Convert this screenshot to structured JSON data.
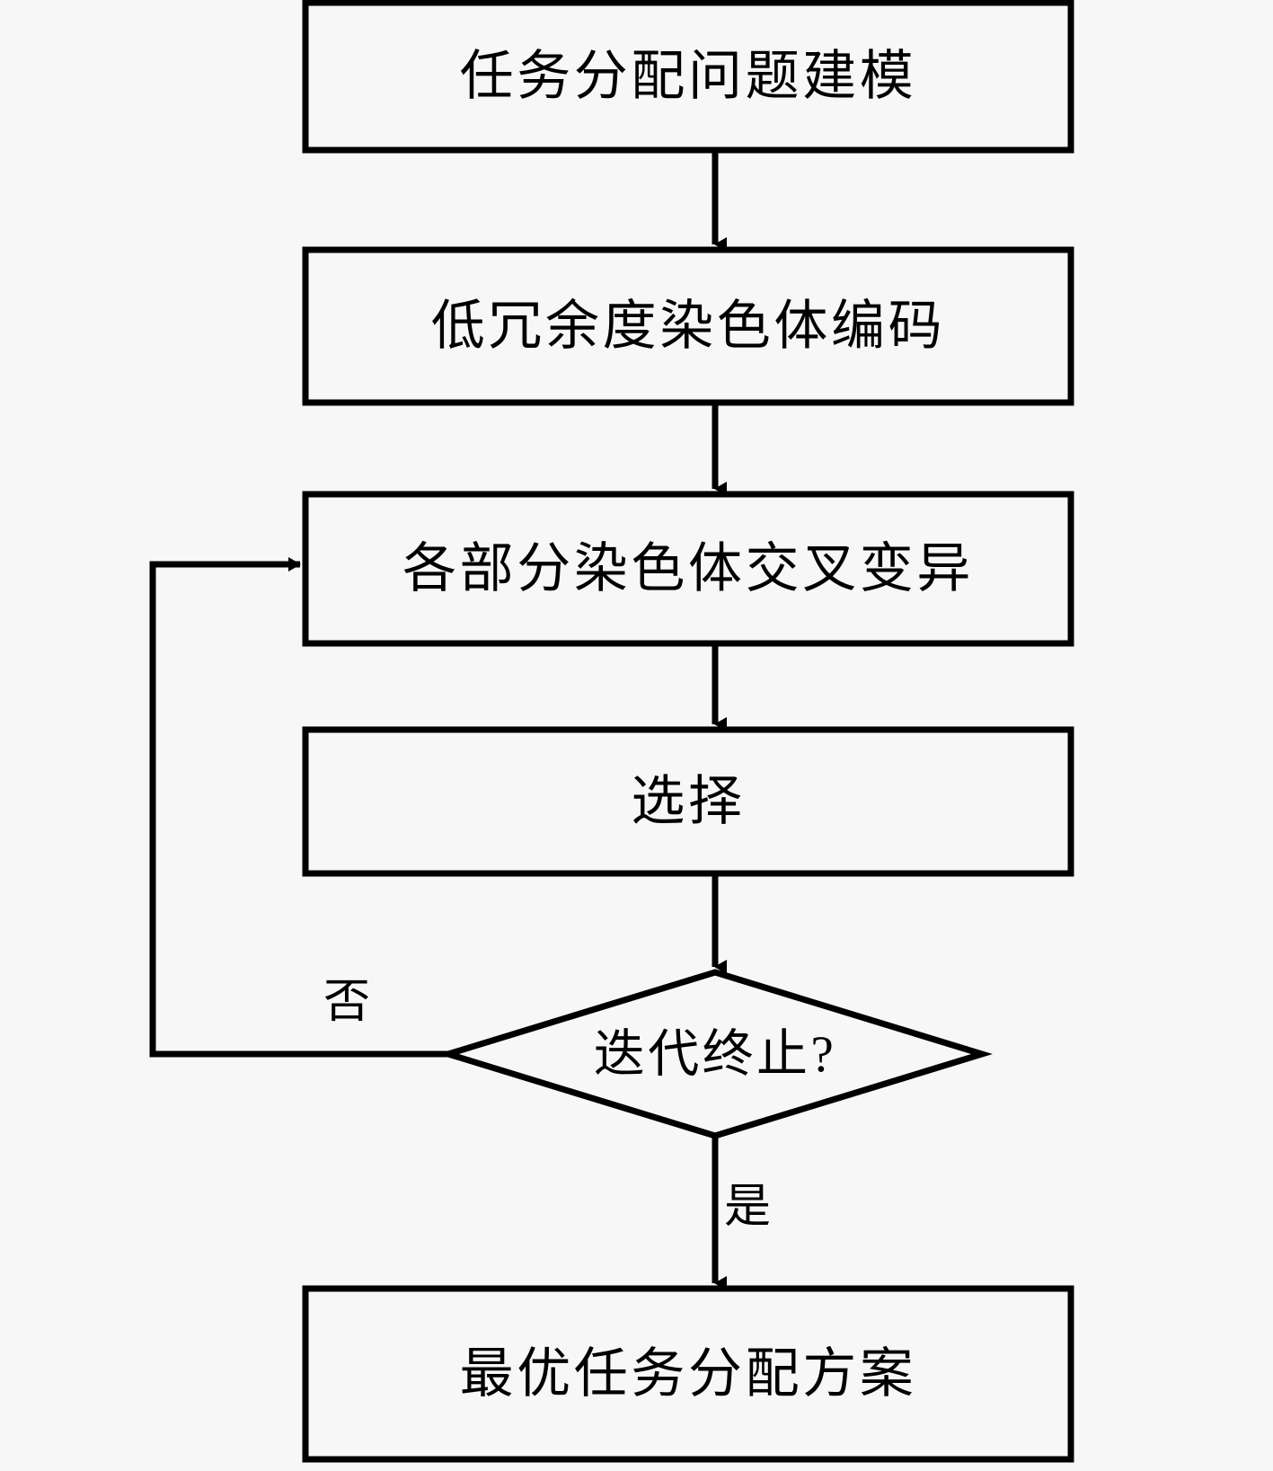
{
  "diagram": {
    "type": "flowchart",
    "orientation": "top-to-bottom",
    "background_color": "#f7f7f7",
    "stroke_color": "#000000",
    "fill_color": "#f7f7f7",
    "nodes": [
      {
        "id": "problem-modeling",
        "shape": "rectangle",
        "label": "任务分配问题建模"
      },
      {
        "id": "chromosome-encoding",
        "shape": "rectangle",
        "label": "低冗余度染色体编码"
      },
      {
        "id": "crossover-mutation",
        "shape": "rectangle",
        "label": "各部分染色体交叉变异"
      },
      {
        "id": "selection",
        "shape": "rectangle",
        "label": "选择"
      },
      {
        "id": "iteration-terminated",
        "shape": "diamond",
        "label": "迭代终止?"
      },
      {
        "id": "optimal-solution",
        "shape": "rectangle",
        "label": "最优任务分配方案"
      }
    ],
    "edges": [
      {
        "id": "e1",
        "from": "problem-modeling",
        "to": "chromosome-encoding",
        "label": ""
      },
      {
        "id": "e2",
        "from": "chromosome-encoding",
        "to": "crossover-mutation",
        "label": ""
      },
      {
        "id": "e3",
        "from": "crossover-mutation",
        "to": "selection",
        "label": ""
      },
      {
        "id": "e4",
        "from": "selection",
        "to": "iteration-terminated",
        "label": ""
      },
      {
        "id": "e5",
        "from": "iteration-terminated",
        "to": "crossover-mutation",
        "label": "否"
      },
      {
        "id": "e6",
        "from": "iteration-terminated",
        "to": "optimal-solution",
        "label": "是"
      }
    ]
  }
}
